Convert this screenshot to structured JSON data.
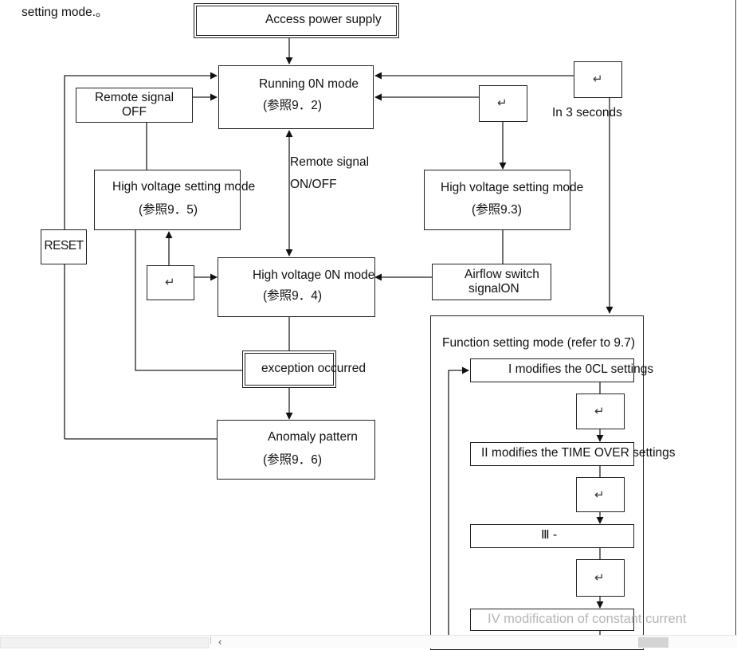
{
  "intro_text": "setting mode.。",
  "boxes": {
    "access_power": "Access power supply",
    "running_on": {
      "title": "Running 0N mode",
      "ref": "(参照9．2)"
    },
    "remote_off": {
      "line1": "Remote signal",
      "line2": "OFF"
    },
    "hv_setting_left": {
      "title": "High voltage setting mode",
      "ref": "(参照9．5)"
    },
    "hv_setting_right": {
      "title": "High voltage setting mode",
      "ref": "(参照9.3)"
    },
    "reset": "RESET",
    "hv_on": {
      "title": "High voltage 0N mode",
      "ref": "(参照9．4)"
    },
    "airflow": {
      "line1": "Airflow switch",
      "line2": "signalON"
    },
    "exception": "exception occurred",
    "anomaly": {
      "title": "Anomaly pattern",
      "ref": "(参照9．6)"
    }
  },
  "labels": {
    "remote_signal": "Remote signal",
    "on_off": "ON/OFF",
    "in_3_seconds": "In 3 seconds"
  },
  "enter_symbol": "↵",
  "function_setting": {
    "title": "Function setting mode (refer to 9.7)",
    "steps": [
      "I modifies the 0CL settings",
      "II modifies the TIME OVER settings",
      "Ⅲ -",
      "IV modification of constant current"
    ]
  },
  "icons": [
    "enter-key-icon",
    "arrow-left-icon"
  ]
}
